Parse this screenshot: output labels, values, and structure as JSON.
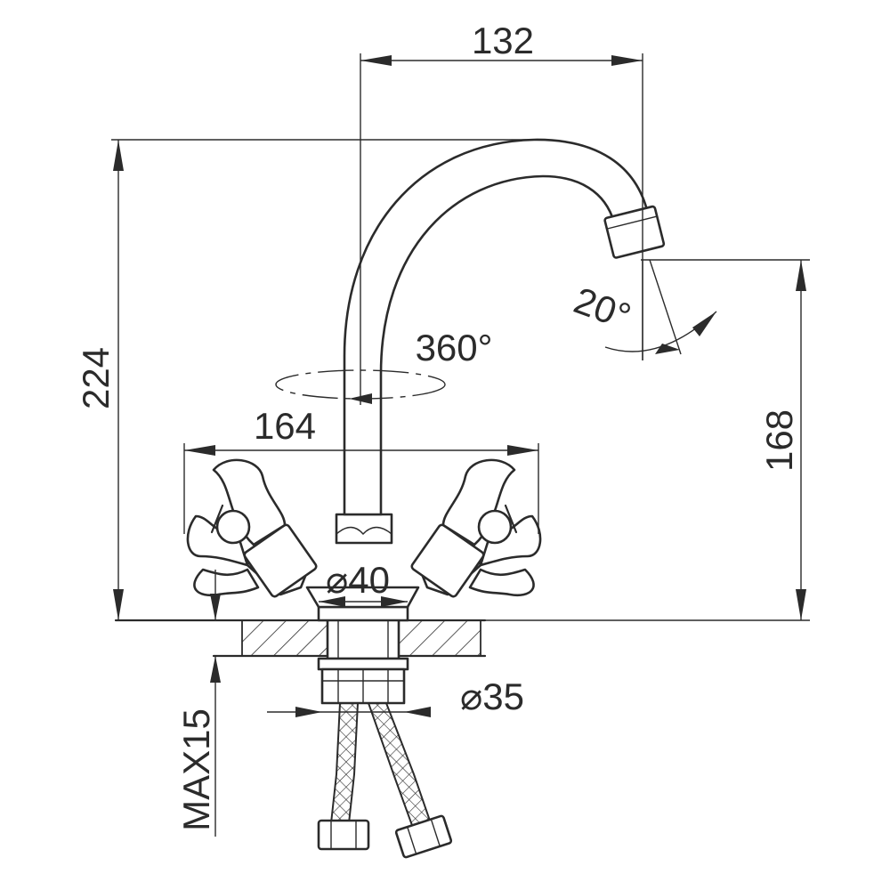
{
  "diagram": {
    "dimensions": {
      "spout_reach": "132",
      "total_height": "224",
      "handle_span": "164",
      "spout_height": "168",
      "base_diameter": "⌀40",
      "shank_diameter": "⌀35",
      "max_thickness": "MAX15",
      "swivel_angle": "360°",
      "aerator_angle": "20°"
    }
  }
}
